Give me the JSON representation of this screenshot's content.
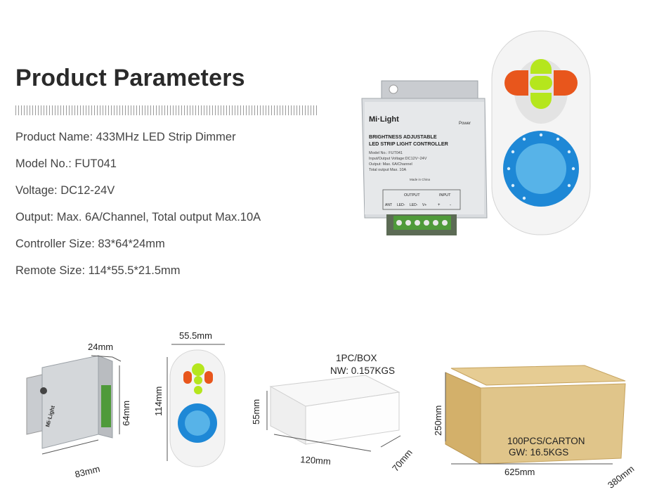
{
  "title": "Product Parameters",
  "params": [
    "Product Name: 433MHz LED Strip Dimmer",
    "Model No.: FUT041",
    "Voltage: DC12-24V",
    "Output: Max. 6A/Channel, Total output Max.10A",
    "Controller Size: 83*64*24mm",
    "Remote Size: 114*55.5*21.5mm"
  ],
  "controller_label": {
    "brand": "Mi·Light",
    "line1": "BRIGHTNESS ADJUSTABLE",
    "line2": "LED STRIP LIGHT CONTROLLER",
    "model": "Model No.: FUT041",
    "voltage": "Input/Output Voltage:DC12V~24V",
    "output": "Output: Max. 6A/Channel",
    "total": "Total output Max. 10A",
    "made": "Made in China",
    "power": "Power",
    "output_hdr": "OUTPUT",
    "input_hdr": "INPUT",
    "terminals": [
      "ANT",
      "LED-",
      "LED-",
      "V+",
      "+",
      "-"
    ]
  },
  "dimensions": {
    "controller": {
      "depth": "24mm",
      "height": "64mm",
      "width": "83mm"
    },
    "remote": {
      "width": "55.5mm",
      "height": "114mm"
    },
    "box": {
      "pack": "1PC/BOX",
      "weight": "NW: 0.157KGS",
      "height": "55mm",
      "length": "120mm",
      "depth": "70mm"
    },
    "carton": {
      "pack": "100PCS/CARTON",
      "weight": "GW: 16.5KGS",
      "height": "250mm",
      "length": "625mm",
      "depth": "380mm"
    }
  },
  "colors": {
    "title": "#2a2a2a",
    "remote_blue": "#1e88d6",
    "remote_orange": "#e8561c",
    "remote_green": "#b5e61d",
    "carton": "#e0c58a"
  }
}
